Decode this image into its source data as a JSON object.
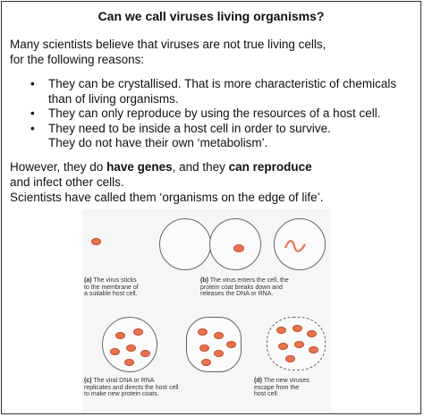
{
  "title": "Can we call viruses living organisms?",
  "intro": {
    "line1": "Many scientists believe that viruses are not true living cells,",
    "line2": "for the following reasons:"
  },
  "bullets": [
    {
      "line1": "They can be crystallised. That is more characteristic of chemicals",
      "line2": "than of living organisms."
    },
    {
      "line1": "They can only reproduce by using the resources of a host cell.",
      "line2": ""
    },
    {
      "line1": "They need to be inside a host cell in order to survive.",
      "line2": "They do not have their own ‘metabolism’."
    }
  ],
  "however": {
    "pre": "However, they do ",
    "bold1": "have genes",
    "mid": ", and they ",
    "bold2": "can reproduce",
    "line2": "and infect other cells.",
    "line3": "Scientists have called them ‘organisms on the edge of life’."
  },
  "figure": {
    "captions": [
      {
        "label": "(a)",
        "text": "The virus sticks\nto the membrane of\na suitable host cell."
      },
      {
        "label": "(b)",
        "text": "The virus enters the cell, the\nprotein coat breaks down and\nreleases the DNA or RNA."
      },
      {
        "label": "(c)",
        "text": "The viral DNA or RNA\nreplicates and directs the host cell\nto make new protein coats."
      },
      {
        "label": "(d)",
        "text": "The new viruses\nescape from the\nhost cell."
      }
    ]
  },
  "colors": {
    "virus": "#e8734f",
    "cell_outline": "#666666"
  }
}
